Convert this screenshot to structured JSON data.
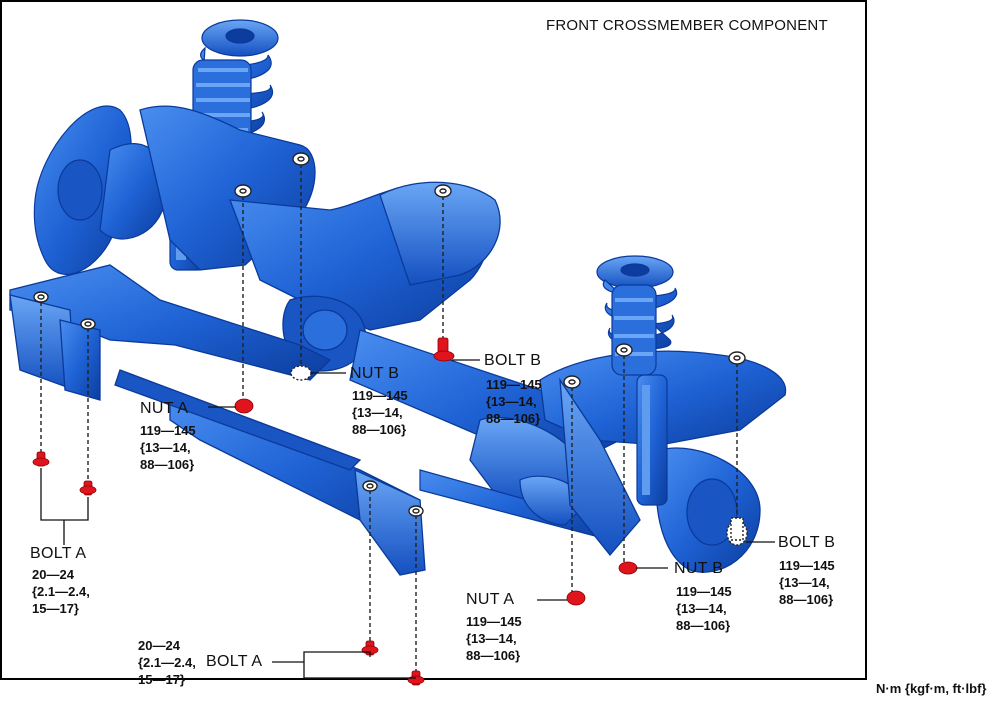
{
  "title": "FRONT CROSSMEMBER COMPONENT",
  "units": "N·m {kgf·m, ft·lbf}",
  "colors": {
    "part": "#1f63d6",
    "part_dark": "#0a3a9a",
    "part_light": "#5f9cf0",
    "fastener": "#e0141c"
  },
  "callouts": {
    "bolt_a_left": {
      "name": "BOLT A",
      "torque": [
        "20—24",
        "{2.1—2.4,",
        "15—17}"
      ]
    },
    "bolt_a_bottom": {
      "name": "BOLT A",
      "torque": [
        "20—24",
        "{2.1—2.4,",
        "15—17}"
      ]
    },
    "nut_a_left": {
      "name": "NUT A",
      "torque": [
        "119—145",
        "{13—14,",
        "88—106}"
      ]
    },
    "nut_a_right": {
      "name": "NUT  A",
      "torque": [
        "119—145",
        "{13—14,",
        "88—106}"
      ]
    },
    "nut_b_center": {
      "name": "NUT B",
      "torque": [
        "119—145",
        "{13—14,",
        "88—106}"
      ]
    },
    "nut_b_right": {
      "name": "NUT  B",
      "torque": [
        "119—145",
        "{13—14,",
        "88—106}"
      ]
    },
    "bolt_b_center": {
      "name": "BOLT B",
      "torque": [
        "119—145",
        "{13—14,",
        "88—106}"
      ]
    },
    "bolt_b_right": {
      "name": "BOLT B",
      "torque": [
        "119—145",
        "{13—14,",
        "88—106}"
      ]
    }
  }
}
